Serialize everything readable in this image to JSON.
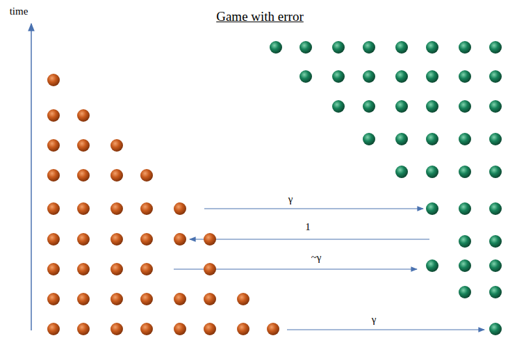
{
  "diagram": {
    "title": "Game with error",
    "labels": [
      "time",
      "γ",
      "1",
      "~γ",
      "γ"
    ]
  }
}
